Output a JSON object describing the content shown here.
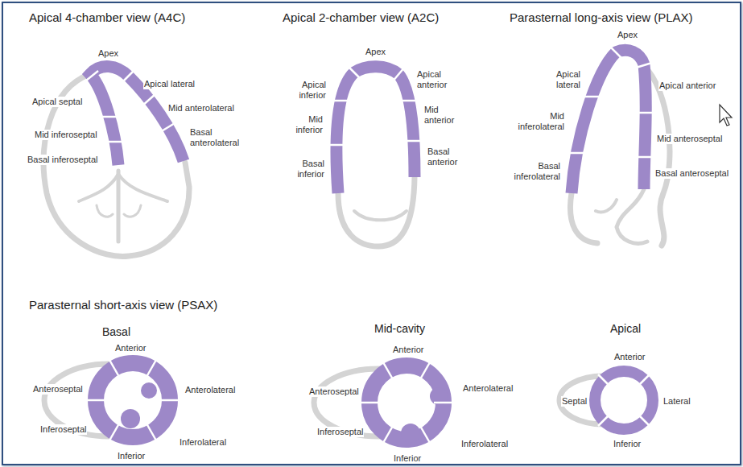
{
  "diagram": {
    "labels": [
      "Apical 4-chamber view (A4C)",
      "Apex",
      "Apical lateral",
      "Apical septal",
      "Mid anterolateral",
      "Mid inferoseptal",
      "Basal anterolateral",
      "Basal inferoseptal",
      "Apical 2-chamber view (A2C)",
      "Apex",
      "Apical inferior",
      "Apical anterior",
      "Mid inferior",
      "Mid anterior",
      "Basal inferior",
      "Basal anterior",
      "Parasternal long-axis view (PLAX)",
      "Apex",
      "Apical lateral",
      "Apical anterior",
      "Mid inferolateral",
      "Mid anteroseptal",
      "Basal inferolateral",
      "Basal anteroseptal",
      "Parasternal short-axis view (PSAX)",
      "Basal",
      "Anterior",
      "Anteroseptal",
      "Anterolateral",
      "Inferoseptal",
      "Inferolateral",
      "Inferior",
      "Mid-cavity",
      "Anterior",
      "Anteroseptal",
      "Anterolateral",
      "Inferoseptal",
      "Inferolateral",
      "Inferior",
      "Apical",
      "Anterior",
      "Septal",
      "Lateral",
      "Inferior"
    ]
  }
}
